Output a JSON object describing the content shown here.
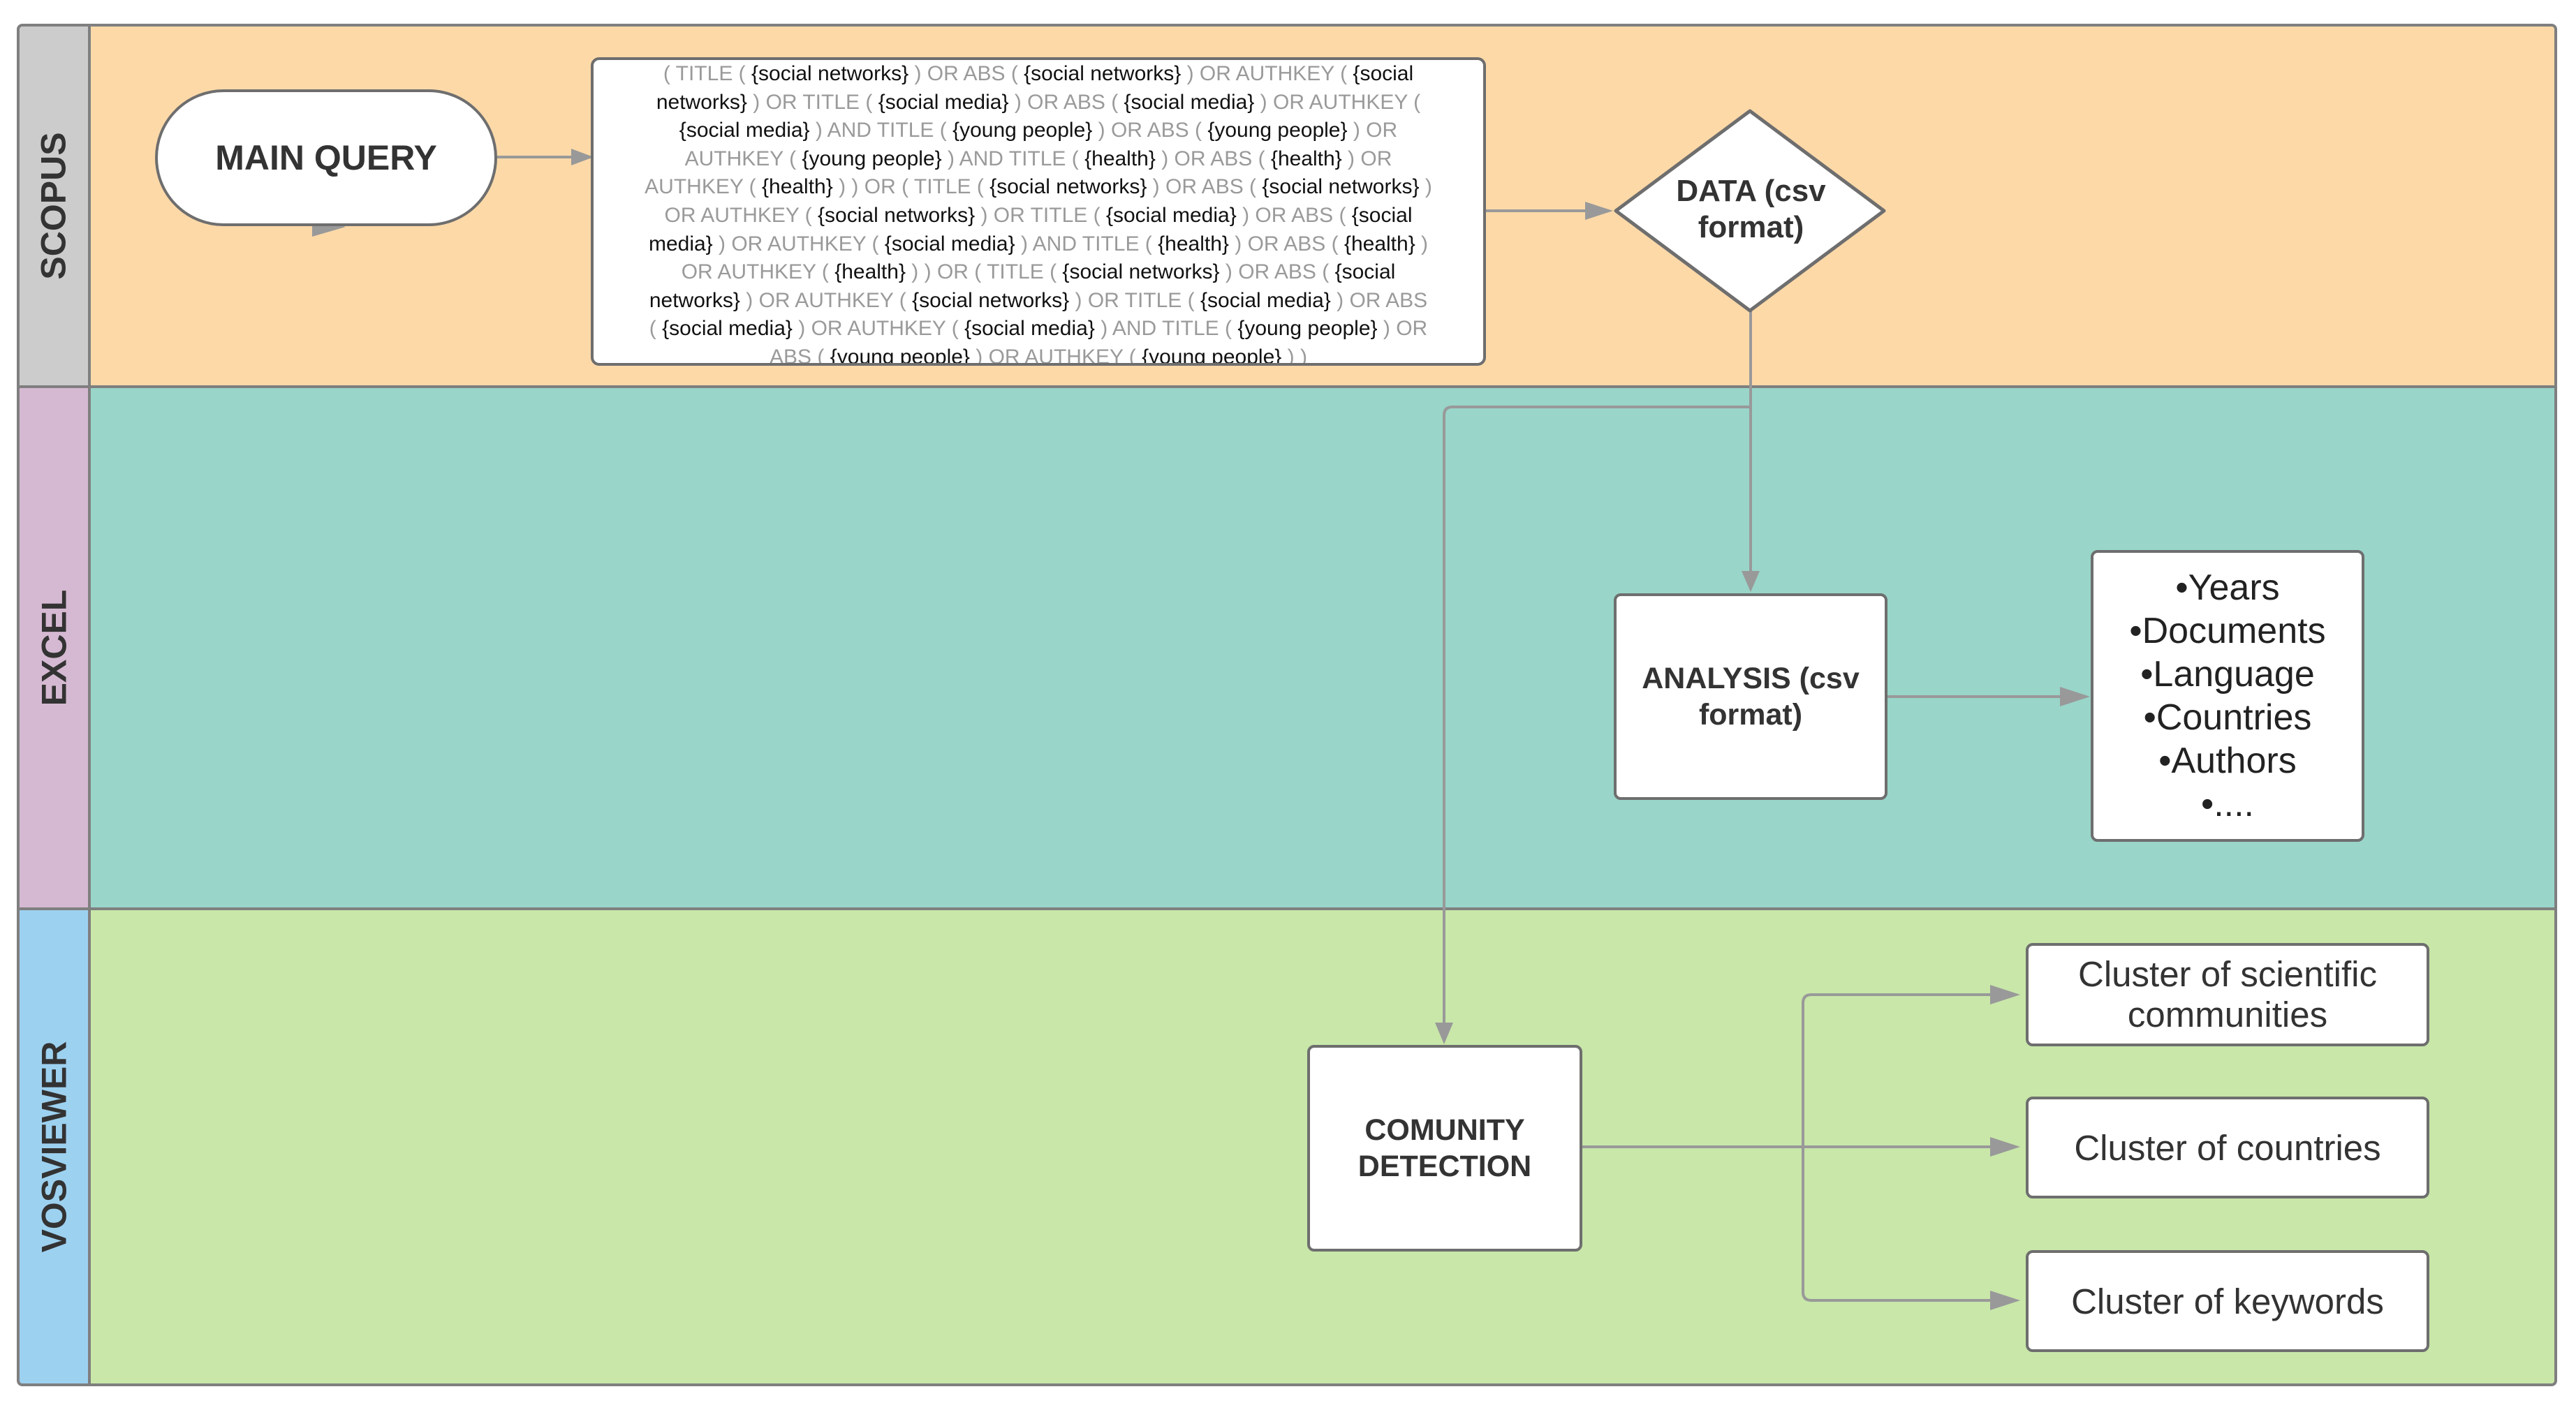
{
  "lanes": [
    {
      "label": "SCOPUS",
      "color": "#fdd9a8",
      "tab_color": "#cccccc"
    },
    {
      "label": "EXCEL",
      "color": "#99d5c9",
      "tab_color": "#d5b9d2"
    },
    {
      "label": "VOSVIEWER",
      "color": "#c8e7a9",
      "tab_color": "#9dd1f0"
    }
  ],
  "nodes": {
    "main_query": "MAIN QUERY",
    "data": [
      "DATA (csv",
      "format)"
    ],
    "analysis": [
      "ANALYSIS (csv",
      "format)"
    ],
    "community": [
      "COMUNITY",
      "DETECTION"
    ],
    "bullets": [
      "•Years",
      "•Documents",
      "•Language",
      "•Countries",
      "•Authors",
      "•...."
    ],
    "cluster_scientific": [
      "Cluster of scientific",
      "communities"
    ],
    "cluster_countries": "Cluster of countries",
    "cluster_keywords": "Cluster of keywords"
  },
  "query_lines": [
    [
      [
        "op",
        "( TITLE ( "
      ],
      [
        "term",
        "{social networks}"
      ],
      [
        "op",
        " )  OR  ABS ( "
      ],
      [
        "term",
        "{social networks}"
      ],
      [
        "op",
        " )  OR  AUTHKEY ( "
      ],
      [
        "term",
        "{social"
      ]
    ],
    [
      [
        "term",
        "networks}"
      ],
      [
        "op",
        " )  OR  TITLE ( "
      ],
      [
        "term",
        "{social media}"
      ],
      [
        "op",
        " )  OR  ABS ( "
      ],
      [
        "term",
        "{social media}"
      ],
      [
        "op",
        " )  OR  AUTHKEY ("
      ]
    ],
    [
      [
        "term",
        "{social media}"
      ],
      [
        "op",
        " )  AND  TITLE ( "
      ],
      [
        "term",
        "{young people}"
      ],
      [
        "op",
        " )  OR  ABS ( "
      ],
      [
        "term",
        "{young people}"
      ],
      [
        "op",
        " )  OR"
      ]
    ],
    [
      [
        "op",
        "AUTHKEY ( "
      ],
      [
        "term",
        "{young people}"
      ],
      [
        "op",
        " )  AND  TITLE ( "
      ],
      [
        "term",
        "{health}"
      ],
      [
        "op",
        " )  OR  ABS ( "
      ],
      [
        "term",
        "{health}"
      ],
      [
        "op",
        " )  OR"
      ]
    ],
    [
      [
        "op",
        "AUTHKEY ( "
      ],
      [
        "term",
        "{health}"
      ],
      [
        "op",
        " ) )  OR  ( TITLE ( "
      ],
      [
        "term",
        "{social networks}"
      ],
      [
        "op",
        " )  OR  ABS ( "
      ],
      [
        "term",
        "{social networks}"
      ],
      [
        "op",
        " )"
      ]
    ],
    [
      [
        "op",
        "OR  AUTHKEY ( "
      ],
      [
        "term",
        "{social networks}"
      ],
      [
        "op",
        " )  OR  TITLE ( "
      ],
      [
        "term",
        "{social media}"
      ],
      [
        "op",
        " )  OR  ABS ( "
      ],
      [
        "term",
        "{social"
      ]
    ],
    [
      [
        "term",
        "media}"
      ],
      [
        "op",
        " )  OR  AUTHKEY ( "
      ],
      [
        "term",
        "{social media}"
      ],
      [
        "op",
        " )  AND  TITLE ( "
      ],
      [
        "term",
        "{health}"
      ],
      [
        "op",
        " )  OR  ABS ( "
      ],
      [
        "term",
        "{health}"
      ],
      [
        "op",
        " )"
      ]
    ],
    [
      [
        "op",
        "OR  AUTHKEY ( "
      ],
      [
        "term",
        "{health}"
      ],
      [
        "op",
        " ) )  OR  ( TITLE ( "
      ],
      [
        "term",
        "{social networks}"
      ],
      [
        "op",
        " )  OR  ABS ( "
      ],
      [
        "term",
        "{social"
      ]
    ],
    [
      [
        "term",
        "networks}"
      ],
      [
        "op",
        " )  OR  AUTHKEY ( "
      ],
      [
        "term",
        "{social networks}"
      ],
      [
        "op",
        " )  OR  TITLE ( "
      ],
      [
        "term",
        "{social media}"
      ],
      [
        "op",
        " )  OR  ABS"
      ]
    ],
    [
      [
        "op",
        "( "
      ],
      [
        "term",
        "{social media}"
      ],
      [
        "op",
        " )  OR  AUTHKEY ( "
      ],
      [
        "term",
        "{social media}"
      ],
      [
        "op",
        " )  AND  TITLE ( "
      ],
      [
        "term",
        "{young people}"
      ],
      [
        "op",
        " )  OR"
      ]
    ],
    [
      [
        "op",
        "ABS ( "
      ],
      [
        "term",
        "{young people}"
      ],
      [
        "op",
        " )  OR  AUTHKEY ( "
      ],
      [
        "term",
        "{young people}"
      ],
      [
        "op",
        " ) )"
      ]
    ]
  ],
  "colors": {
    "edge": "#999999",
    "border": "#6e6e6e",
    "lane_separator": "#7f7f7f"
  }
}
